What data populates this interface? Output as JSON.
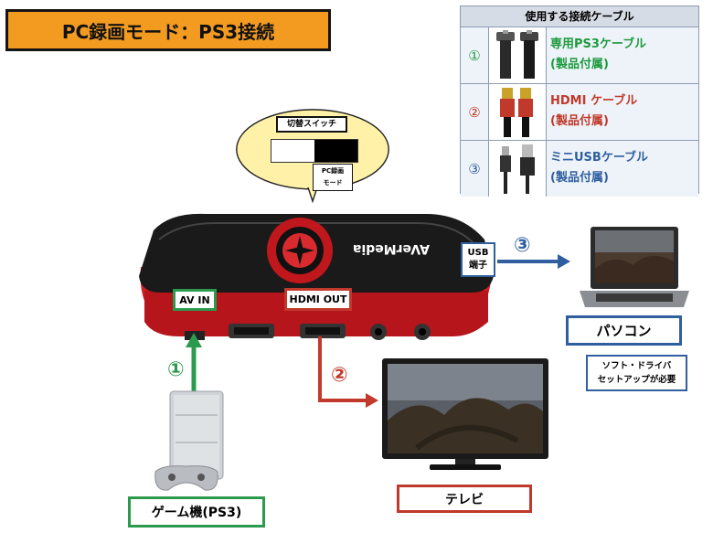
{
  "title": "PC録画モード：PS3接続",
  "cable_table": {
    "header": "使用する接続ケーブル",
    "rows": [
      {
        "num": "①",
        "name": "専用PS3ケーブル",
        "note": "(製品付属)",
        "color": "#1e9a3e"
      },
      {
        "num": "②",
        "name": "HDMI ケーブル",
        "note": "(製品付属)",
        "color": "#c0392b"
      },
      {
        "num": "③",
        "name": "ミニUSBケーブル",
        "note": "(製品付属)",
        "color": "#2f5f9f"
      }
    ]
  },
  "switch_bubble": {
    "label": "切替スイッチ",
    "mode_line1": "PC録画",
    "mode_line2": "モード"
  },
  "device": {
    "brand": "AVerMedia",
    "av_in": "AV IN",
    "hdmi_out": "HDMI OUT",
    "usb_line1": "USB",
    "usb_line2": "端子"
  },
  "markers": {
    "one": "①",
    "two": "②",
    "three": "③"
  },
  "pc": {
    "label": "パソコン",
    "note_line1": "ソフト・ドライバ",
    "note_line2": "セットアップが必要"
  },
  "tv": {
    "label": "テレビ"
  },
  "ps3": {
    "label": "ゲーム機(PS3)"
  },
  "colors": {
    "green": "#2c9a4c",
    "red": "#c0392b",
    "blue": "#2f5f9f",
    "orange": "#f39a21"
  }
}
